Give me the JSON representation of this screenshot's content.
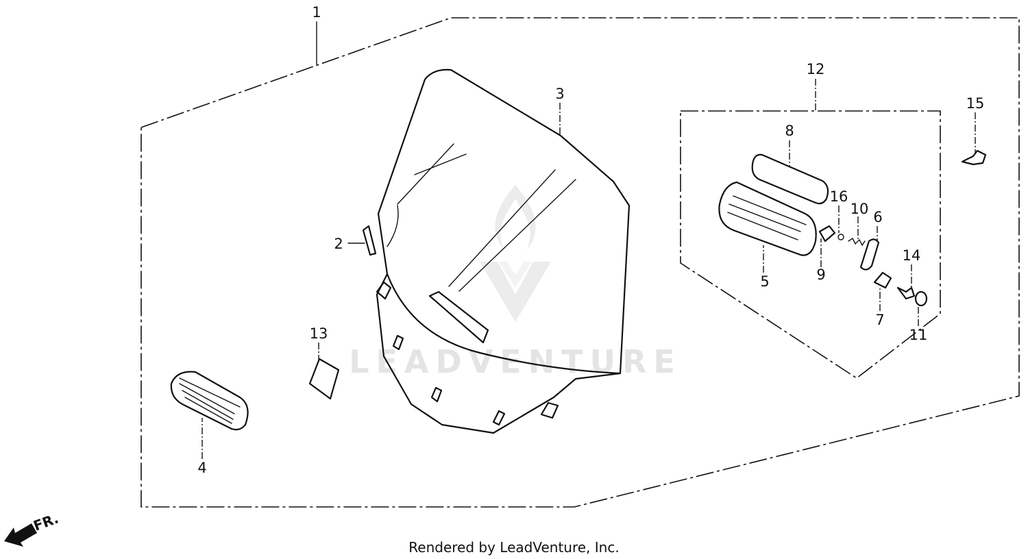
{
  "diagram": {
    "callouts": [
      {
        "id": "c1",
        "text": "1"
      },
      {
        "id": "c2",
        "text": "2"
      },
      {
        "id": "c3",
        "text": "3"
      },
      {
        "id": "c4",
        "text": "4"
      },
      {
        "id": "c5",
        "text": "5"
      },
      {
        "id": "c6",
        "text": "6"
      },
      {
        "id": "c7",
        "text": "7"
      },
      {
        "id": "c8",
        "text": "8"
      },
      {
        "id": "c9",
        "text": "9"
      },
      {
        "id": "c10",
        "text": "10"
      },
      {
        "id": "c11",
        "text": "11"
      },
      {
        "id": "c12",
        "text": "12"
      },
      {
        "id": "c13",
        "text": "13"
      },
      {
        "id": "c14",
        "text": "14"
      },
      {
        "id": "c15",
        "text": "15"
      },
      {
        "id": "c16",
        "text": "16"
      }
    ],
    "direction_label": "FR.",
    "watermark_text": "LEADVENTURE",
    "credit": "Rendered by LeadVenture, Inc.",
    "line_color": "#111111",
    "watermark_color": "#e4e4e4"
  }
}
